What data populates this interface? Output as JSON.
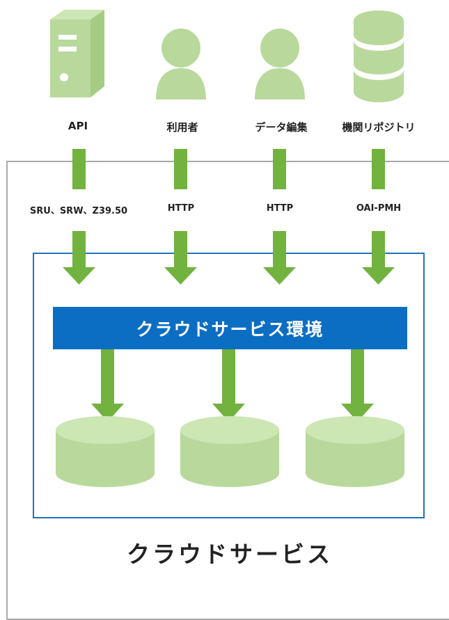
{
  "colors": {
    "icon": "#b8d99b",
    "arrow": "#72b23f",
    "blue": "#0c6ec2",
    "outline": "#a8a8a8"
  },
  "sources": [
    {
      "label": "API",
      "icon": "server-icon",
      "protocol": "SRU、SRW、Z39.50"
    },
    {
      "label": "利用者",
      "icon": "user-icon",
      "protocol": "HTTP"
    },
    {
      "label": "データ編集",
      "icon": "user-icon",
      "protocol": "HTTP"
    },
    {
      "label": "機関リポジトリ",
      "icon": "database-icon",
      "protocol": "OAI-PMH"
    }
  ],
  "cloud_environment": "クラウドサービス環境",
  "cloud_service": "クラウドサービス",
  "databases": [
    "database-cylinder-icon",
    "database-cylinder-icon",
    "database-cylinder-icon"
  ]
}
